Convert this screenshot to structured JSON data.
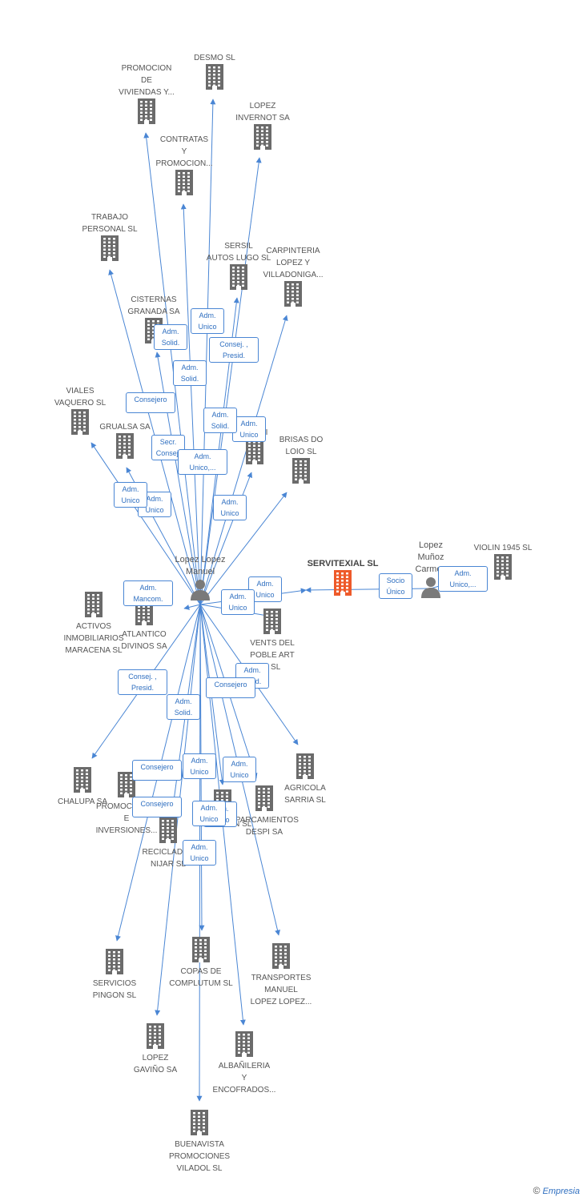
{
  "colors": {
    "edge": "#4a86d4",
    "building": "#6b6b6b",
    "focus": "#ee5a2a",
    "person": "#7a7a7a"
  },
  "nodes": [
    {
      "id": "promocion-viviendas",
      "type": "company",
      "label": "PROMOCION\nDE\nVIVIENDAS Y..."
    },
    {
      "id": "desmo",
      "type": "company",
      "label": "DESMO SL"
    },
    {
      "id": "lopez-invernot",
      "type": "company",
      "label": "LOPEZ\nINVERNOT SA"
    },
    {
      "id": "contratas-promocion",
      "type": "company",
      "label": "CONTRATAS\nY\nPROMOCION..."
    },
    {
      "id": "trabajo-personal",
      "type": "company",
      "label": "TRABAJO\nPERSONAL SL"
    },
    {
      "id": "sersil-autos",
      "type": "company",
      "label": "SERSIL\nAUTOS LUGO SL"
    },
    {
      "id": "carpinteria-lopez",
      "type": "company",
      "label": "CARPINTERIA\nLOPEZ Y\nVILLADONIGA..."
    },
    {
      "id": "cisternas-granada",
      "type": "company",
      "label": "CISTERNAS\nGRANADA SA"
    },
    {
      "id": "viales-vaquero",
      "type": "company",
      "label": "VIALES\nVAQUERO  SL"
    },
    {
      "id": "grualsa",
      "type": "company",
      "label": "GRUALSA SA"
    },
    {
      "id": "digali",
      "type": "company",
      "label": "DIGALI"
    },
    {
      "id": "brisas-do-loio",
      "type": "company",
      "label": "BRISAS DO\nLOIO SL"
    },
    {
      "id": "lopez-lopez-manuel",
      "type": "person",
      "label": "Lopez Lopez\nManuel"
    },
    {
      "id": "servitexial",
      "type": "focus",
      "label": "SERVITEXIAL SL"
    },
    {
      "id": "lopez-munoz-carmen",
      "type": "person",
      "label": "Lopez\nMuñoz\nCarmen"
    },
    {
      "id": "violin-1945",
      "type": "company",
      "label": "VIOLIN 1945  SL"
    },
    {
      "id": "activos-inmobiliarios",
      "type": "company",
      "label": "ACTIVOS\nINMOBILIARIOS\nMARACENA SL"
    },
    {
      "id": "atlantico-divinos",
      "type": "company",
      "label": "ATLANTICO\nDIVINOS SA"
    },
    {
      "id": "vents-del-poble",
      "type": "company",
      "label": "VENTS DEL\nPOBLE ART\n4  SL"
    },
    {
      "id": "chalupa",
      "type": "company",
      "label": "CHALUPA SA"
    },
    {
      "id": "promociones-inversiones",
      "type": "company",
      "label": "PROMOCIONES\nE\nINVERSIONES..."
    },
    {
      "id": "expansion",
      "type": "company",
      "label": "EXPANSION SL"
    },
    {
      "id": "aparcamientos-despi",
      "type": "company",
      "label": "APARCAMIENTOS\nDESPI SA"
    },
    {
      "id": "agricola-sarria",
      "type": "company",
      "label": "AGRICOLA\nSARRIA SL"
    },
    {
      "id": "reciclados-nijar",
      "type": "company",
      "label": "RECICLADOS\nNIJAR SL"
    },
    {
      "id": "servicios-pingon",
      "type": "company",
      "label": "SERVICIOS\nPINGON SL"
    },
    {
      "id": "copas-de-complutum",
      "type": "company",
      "label": "COPAS DE\nCOMPLUTUM SL"
    },
    {
      "id": "transportes-manuel",
      "type": "company",
      "label": "TRANSPORTES\nMANUEL\nLOPEZ LOPEZ..."
    },
    {
      "id": "lopez-gavino",
      "type": "company",
      "label": "LOPEZ\nGAVIÑO SA"
    },
    {
      "id": "albanileria",
      "type": "company",
      "label": "ALBAÑILERIA\nY\nENCOFRADOS..."
    },
    {
      "id": "buenavista",
      "type": "company",
      "label": "BUENAVISTA\nPROMOCIONES\nVILADOL SL"
    }
  ],
  "edges": [
    {
      "from": "lopez-lopez-manuel",
      "to": "promocion-viviendas",
      "label": "Consejero"
    },
    {
      "from": "lopez-lopez-manuel",
      "to": "desmo",
      "label": "Adm.\nUnico"
    },
    {
      "from": "lopez-lopez-manuel",
      "to": "lopez-invernot",
      "label": "Consej. ,\nPresid."
    },
    {
      "from": "lopez-lopez-manuel",
      "to": "contratas-promocion",
      "label": "Adm.\nSolid."
    },
    {
      "from": "lopez-lopez-manuel",
      "to": "trabajo-personal",
      "label": "Adm.\nUnico"
    },
    {
      "from": "lopez-lopez-manuel",
      "to": "sersil-autos",
      "label": "Adm.\nUnico"
    },
    {
      "from": "lopez-lopez-manuel",
      "to": "carpinteria-lopez",
      "label": "Adm.\nSolid."
    },
    {
      "from": "lopez-lopez-manuel",
      "to": "cisternas-granada",
      "label": "Adm.\nSolid."
    },
    {
      "from": "lopez-lopez-manuel",
      "to": "viales-vaquero",
      "label": "Adm.\nUnico"
    },
    {
      "from": "lopez-lopez-manuel",
      "to": "grualsa",
      "label": "Secr.\nConsej."
    },
    {
      "from": "lopez-lopez-manuel",
      "to": "digali",
      "label": "Adm.\nUnico,..."
    },
    {
      "from": "lopez-lopez-manuel",
      "to": "brisas-do-loio",
      "label": "Adm.\nUnico"
    },
    {
      "from": "lopez-lopez-manuel",
      "to": "servitexial",
      "label": "Adm.\nUnico"
    },
    {
      "from": "lopez-munoz-carmen",
      "to": "servitexial",
      "label": "Socio\nÚnico"
    },
    {
      "from": "lopez-munoz-carmen",
      "to": "violin-1945",
      "label": "Adm.\nUnico,..."
    },
    {
      "from": "lopez-lopez-manuel",
      "to": "atlantico-divinos",
      "label": "Adm.\nMancom."
    },
    {
      "from": "lopez-lopez-manuel",
      "to": "vents-del-poble",
      "label": "Adm.\nUnico"
    },
    {
      "from": "lopez-lopez-manuel",
      "to": "agricola-sarria",
      "label": "Adm.\nSolid."
    },
    {
      "from": "lopez-lopez-manuel",
      "to": "chalupa",
      "label": "Consej. ,\nPresid."
    },
    {
      "from": "lopez-lopez-manuel",
      "to": "aparcamientos-despi",
      "label": "Consejero"
    },
    {
      "from": "lopez-lopez-manuel",
      "to": "expansion",
      "label": "Adm.\nSolid."
    },
    {
      "from": "lopez-lopez-manuel",
      "to": "servicios-pingon",
      "label": "Consejero"
    },
    {
      "from": "lopez-lopez-manuel",
      "to": "copas-de-complutum",
      "label": "Adm.\nUnico"
    },
    {
      "from": "lopez-lopez-manuel",
      "to": "transportes-manuel",
      "label": "Adm.\nUnico"
    },
    {
      "from": "lopez-lopez-manuel",
      "to": "lopez-gavino",
      "label": "Consejero"
    },
    {
      "from": "lopez-lopez-manuel",
      "to": "albanileria",
      "label": "Adm.\nUnico"
    },
    {
      "from": "lopez-lopez-manuel",
      "to": "buenavista",
      "label": "Adm.\nUnico"
    },
    {
      "from": "lopez-lopez-manuel",
      "to": "reciclados-nijar",
      "label": "Adm.\nUnico"
    }
  ],
  "footer": {
    "copyright": "©",
    "brand": "Empresia"
  }
}
